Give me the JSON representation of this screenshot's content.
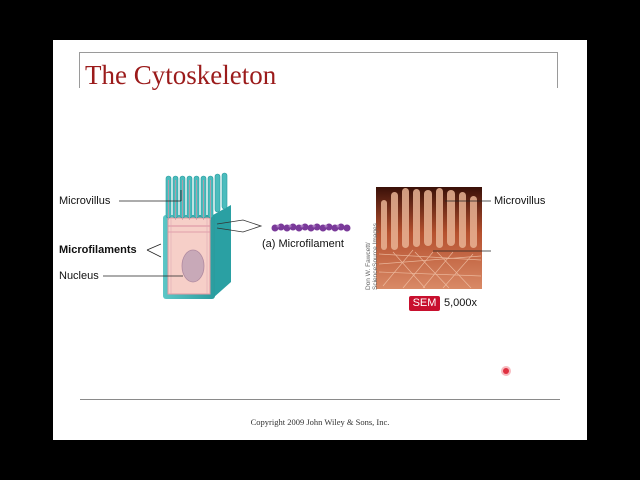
{
  "slide": {
    "title": "The Cytoskeleton",
    "copyright": "Copyright 2009 John Wiley & Sons, Inc."
  },
  "figure": {
    "labels": {
      "microvillus_left": "Microvillus",
      "microfilaments": "Microfilaments",
      "nucleus": "Nucleus",
      "microfilament_caption": "(a) Microfilament",
      "microvillus_right": "Microvillus"
    },
    "credit": {
      "line1": "Don W. Fawcett/",
      "line2": "ScienceSource Images"
    },
    "sem": {
      "badge": "SEM",
      "magnification": "5,000x"
    }
  },
  "colors": {
    "title": "#9b1b1b",
    "sem_badge": "#c8102e",
    "cell_teal": "#3db3b3",
    "cell_pink": "#f3c8c4",
    "microfilament": "#7a3a9a",
    "pointer": "#e03040"
  }
}
